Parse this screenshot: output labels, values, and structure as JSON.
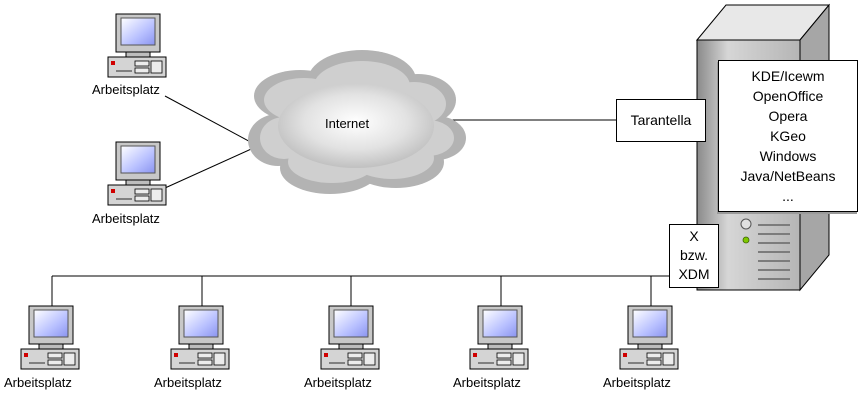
{
  "cloud_label": "Internet",
  "gateway_label": "Tarantella",
  "xdm_lines": [
    "X",
    "bzw.",
    "XDM"
  ],
  "apps": [
    "KDE/Icewm",
    "OpenOffice",
    "Opera",
    "KGeo",
    "Windows",
    "Java/NetBeans",
    "..."
  ],
  "remote_workstations": [
    {
      "label": "Arbeitsplatz"
    },
    {
      "label": "Arbeitsplatz"
    }
  ],
  "lan_workstations": [
    {
      "label": "Arbeitsplatz"
    },
    {
      "label": "Arbeitsplatz"
    },
    {
      "label": "Arbeitsplatz"
    },
    {
      "label": "Arbeitsplatz"
    },
    {
      "label": "Arbeitsplatz"
    }
  ]
}
